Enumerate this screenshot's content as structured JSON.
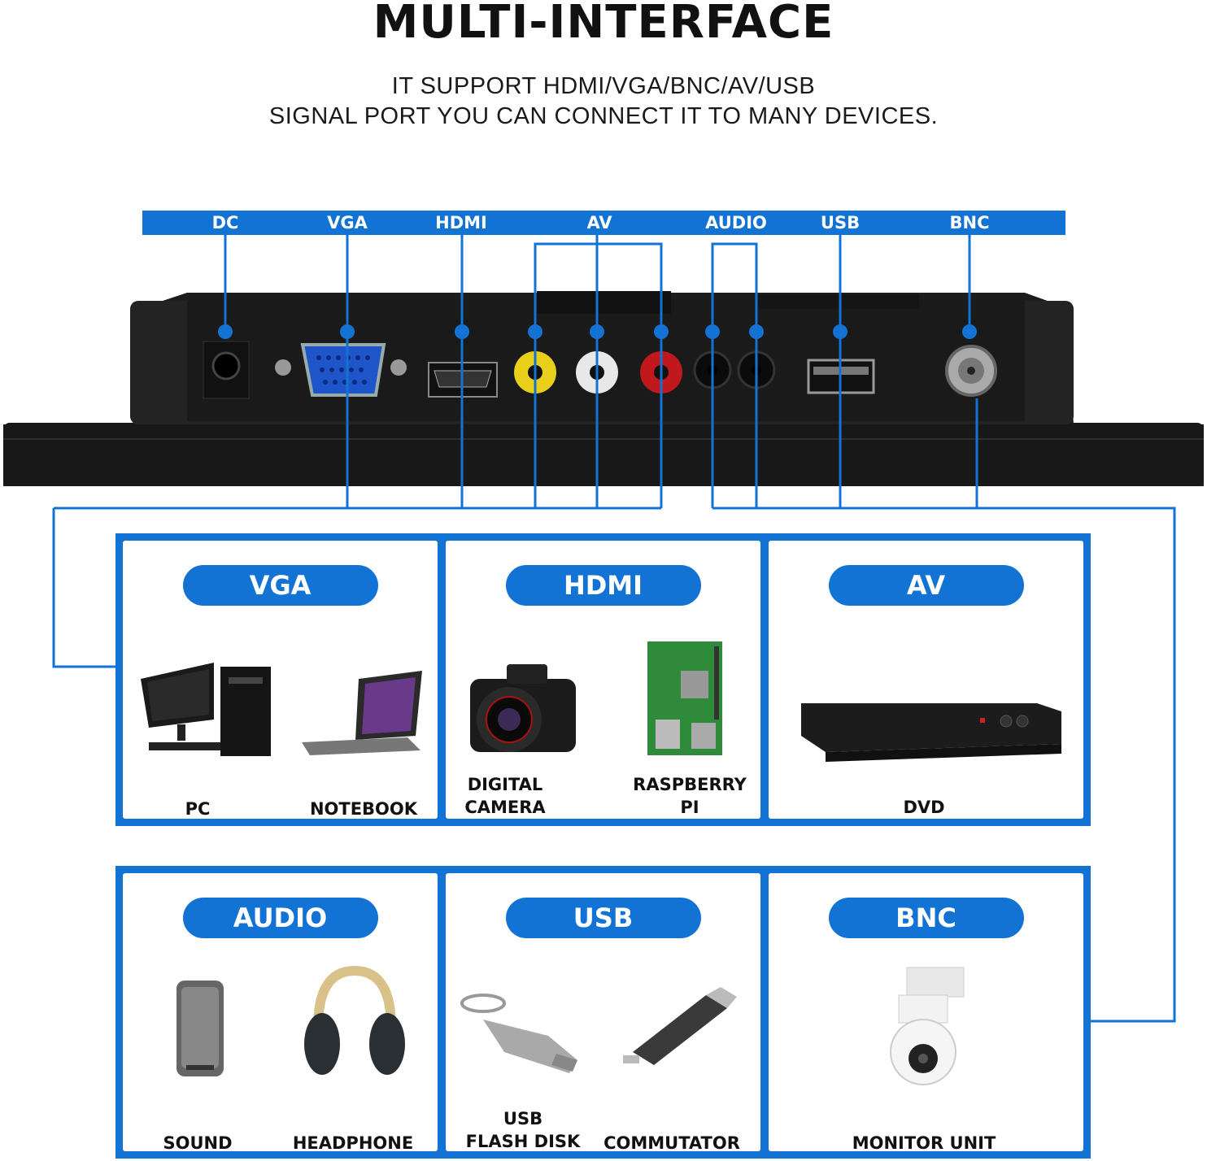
{
  "header": {
    "title": "MULTI-INTERFACE",
    "subtitle_line1": "IT SUPPORT HDMI/VGA/BNC/AV/USB",
    "subtitle_line2": "SIGNAL PORT YOU CAN CONNECT IT TO MANY DEVICES."
  },
  "ports": [
    "DC",
    "VGA",
    "HDMI",
    "AV",
    "AUDIO",
    "USB",
    "BNC"
  ],
  "panels_top": [
    {
      "label": "VGA",
      "devices": [
        {
          "line1": "PC",
          "line2": ""
        },
        {
          "line1": "NOTEBOOK",
          "line2": ""
        }
      ]
    },
    {
      "label": "HDMI",
      "devices": [
        {
          "line1": "DIGITAL",
          "line2": "CAMERA"
        },
        {
          "line1": "RASPBERRY",
          "line2": "PI"
        }
      ]
    },
    {
      "label": "AV",
      "devices": [
        {
          "line1": "DVD",
          "line2": ""
        }
      ]
    }
  ],
  "panels_bottom": [
    {
      "label": "AUDIO",
      "devices": [
        {
          "line1": "SOUND",
          "line2": ""
        },
        {
          "line1": "HEADPHONE",
          "line2": ""
        }
      ]
    },
    {
      "label": "USB",
      "devices": [
        {
          "line1": "USB",
          "line2": "FLASH DISK"
        },
        {
          "line1": "COMMUTATOR",
          "line2": ""
        }
      ]
    },
    {
      "label": "BNC",
      "devices": [
        {
          "line1": "MONITOR UNIT",
          "line2": ""
        }
      ]
    }
  ],
  "colors": {
    "accent": "#1273d4",
    "device_body": "#1c1c1c"
  },
  "icons": [
    "pc-icon",
    "notebook-icon",
    "camera-icon",
    "raspberry-pi-icon",
    "dvd-player-icon",
    "speaker-icon",
    "headphone-icon",
    "usb-flash-disk-icon",
    "card-reader-icon",
    "dome-camera-icon"
  ]
}
